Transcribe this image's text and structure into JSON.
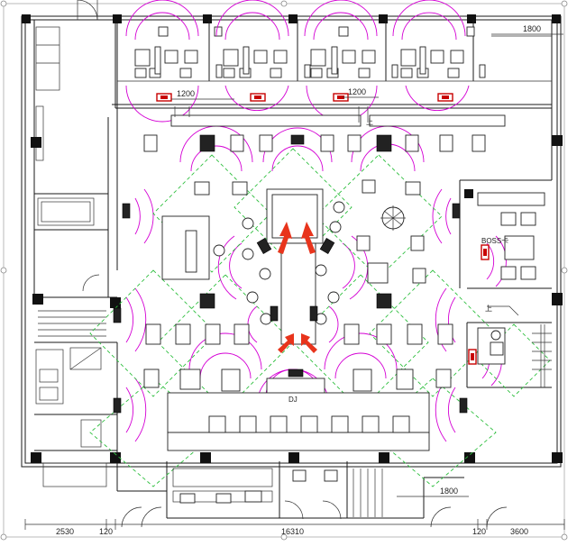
{
  "dimensions": {
    "top_right": "1800",
    "corridor_left": "1200",
    "corridor_right": "1200",
    "bottom_right_inner": "1800",
    "bottom": [
      "2530",
      "120",
      "16310",
      "120",
      "3600"
    ]
  },
  "labels": {
    "dj": "DJ",
    "boss": "BOSS卡",
    "up": "上"
  }
}
